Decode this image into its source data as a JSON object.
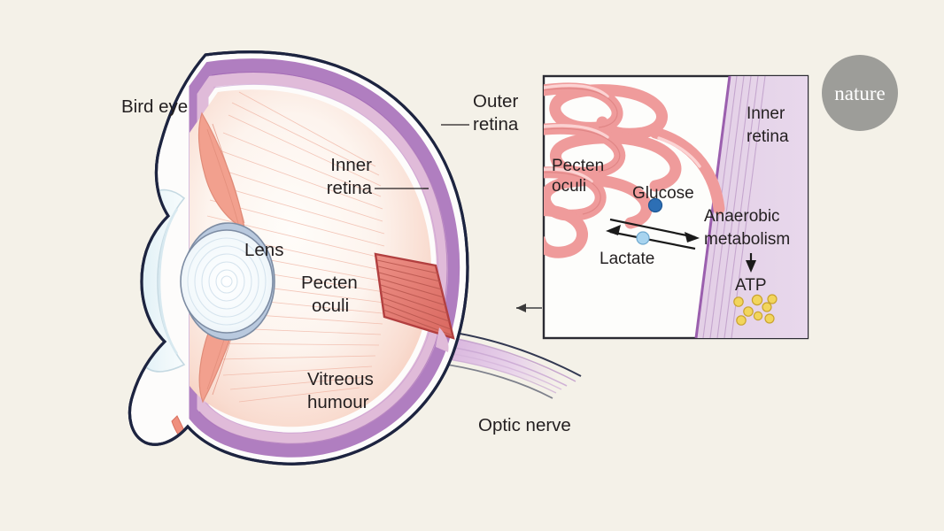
{
  "figure": {
    "background_color": "#f4f1e8",
    "title_labels": {
      "bird_eye": "Bird eye",
      "outer_retina_l1": "Outer",
      "outer_retina_l2": "retina",
      "inner_retina_l1": "Inner",
      "inner_retina_l2": "retina",
      "lens": "Lens",
      "pecten_oculi_l1": "Pecten",
      "pecten_oculi_l2": "oculi",
      "vitreous_l1": "Vitreous",
      "vitreous_l2": "humour",
      "optic_nerve": "Optic nerve"
    }
  },
  "inset": {
    "labels": {
      "pecten_oculi_l1": "Pecten",
      "pecten_oculi_l2": "oculi",
      "inner_retina_l1": "Inner",
      "inner_retina_l2": "retina",
      "glucose": "Glucose",
      "lactate": "Lactate",
      "anaerobic_l1": "Anaerobic",
      "anaerobic_l2": "metabolism",
      "atp": "ATP"
    },
    "border_color": "#2b2b33",
    "panel_bg": "#fdfdfb"
  },
  "branding": {
    "logo_text": "nature",
    "logo_bg": "#9d9d99"
  },
  "colors": {
    "sclera_outline": "#1d2440",
    "sclera_fill": "#fdfcfb",
    "outer_retina": "#b07ec0",
    "inner_retina": "#e0bbd9",
    "vitreous_top": "#fdfbf7",
    "vitreous_edge": "#f4c9b8",
    "pecten_fill": "#e8897f",
    "pecten_stroke": "#b23f3f",
    "cornea": "#e8f2f6",
    "lens_fill": "#f2f8fb",
    "iris": "#b9c9de",
    "muscle": "#f2a08e",
    "glucose_dot": "#2d6fb5",
    "lactate_dot": "#a8d4ef",
    "atp_dot": "#f2d55c",
    "atp_dot_stroke": "#c9a32e",
    "vessel_fill": "#f19b9b",
    "vessel_stroke": "#d97b7b",
    "retina_inset": "#e5d3e8",
    "retina_inset_edge": "#9b5fae",
    "connector_arrow": "#6b6b6b"
  }
}
